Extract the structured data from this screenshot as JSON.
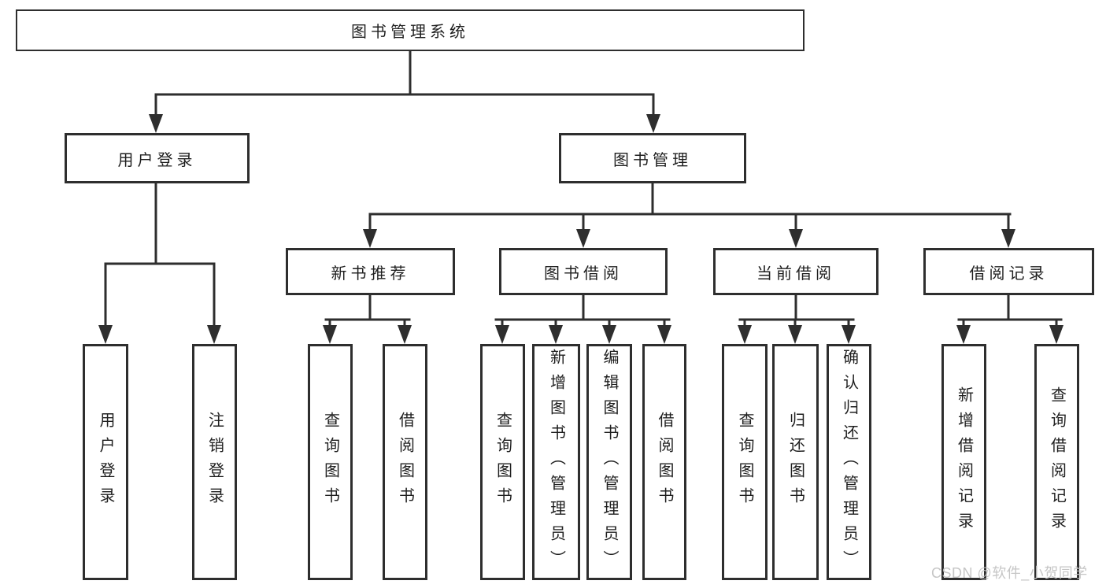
{
  "diagram": {
    "root": {
      "label": "图书管理系统"
    },
    "level2": [
      {
        "label": "用户登录"
      },
      {
        "label": "图书管理"
      }
    ],
    "level3": [
      {
        "label": "新书推荐",
        "parent": "图书管理"
      },
      {
        "label": "图书借阅",
        "parent": "图书管理"
      },
      {
        "label": "当前借阅",
        "parent": "图书管理"
      },
      {
        "label": "借阅记录",
        "parent": "图书管理"
      }
    ],
    "leaves": [
      {
        "label": "用户登录",
        "parent": "用户登录"
      },
      {
        "label": "注销登录",
        "parent": "用户登录"
      },
      {
        "label": "查询图书",
        "parent": "新书推荐"
      },
      {
        "label": "借阅图书",
        "parent": "新书推荐"
      },
      {
        "label": "查询图书",
        "parent": "图书借阅"
      },
      {
        "label": "新增图书（管理员）",
        "parent": "图书借阅"
      },
      {
        "label": "编辑图书（管理员）",
        "parent": "图书借阅"
      },
      {
        "label": "借阅图书",
        "parent": "图书借阅"
      },
      {
        "label": "查询图书",
        "parent": "当前借阅"
      },
      {
        "label": "归还图书",
        "parent": "当前借阅"
      },
      {
        "label": "确认归还（管理员）",
        "parent": "当前借阅"
      },
      {
        "label": "新增借阅记录",
        "parent": "借阅记录"
      },
      {
        "label": "查询借阅记录",
        "parent": "借阅记录"
      }
    ],
    "watermark": "CSDN @软件_小贺同学",
    "colors": {
      "line": "#2e2e2e",
      "box_border": "#2e2e2e",
      "text": "#1f1f1f",
      "watermark": "#c3c3c3",
      "background": "#ffffff"
    }
  }
}
